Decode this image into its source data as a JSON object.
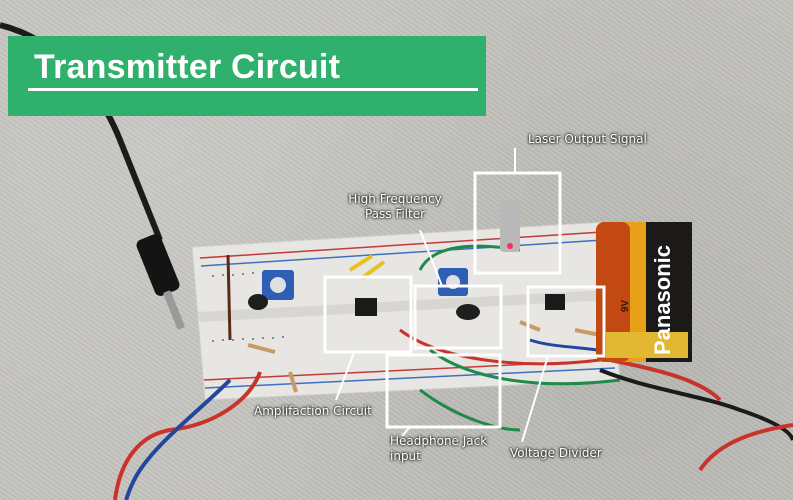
{
  "banner": {
    "title": "Transmitter Circuit"
  },
  "labels": {
    "laser_output": "Laser Output Signal",
    "high_frequency_line1": "High Frequency",
    "high_frequency_line2": "Pass Filter",
    "amplification": "Amplifaction Circuit",
    "headphone_line1": "Headphone Jack",
    "headphone_line2": "input",
    "voltage_divider": "Voltage Divider"
  },
  "battery": {
    "brand": "Panasonic",
    "voltage": "9V"
  },
  "colors": {
    "banner": "#2fb06d",
    "highlight": "#ffffff"
  }
}
